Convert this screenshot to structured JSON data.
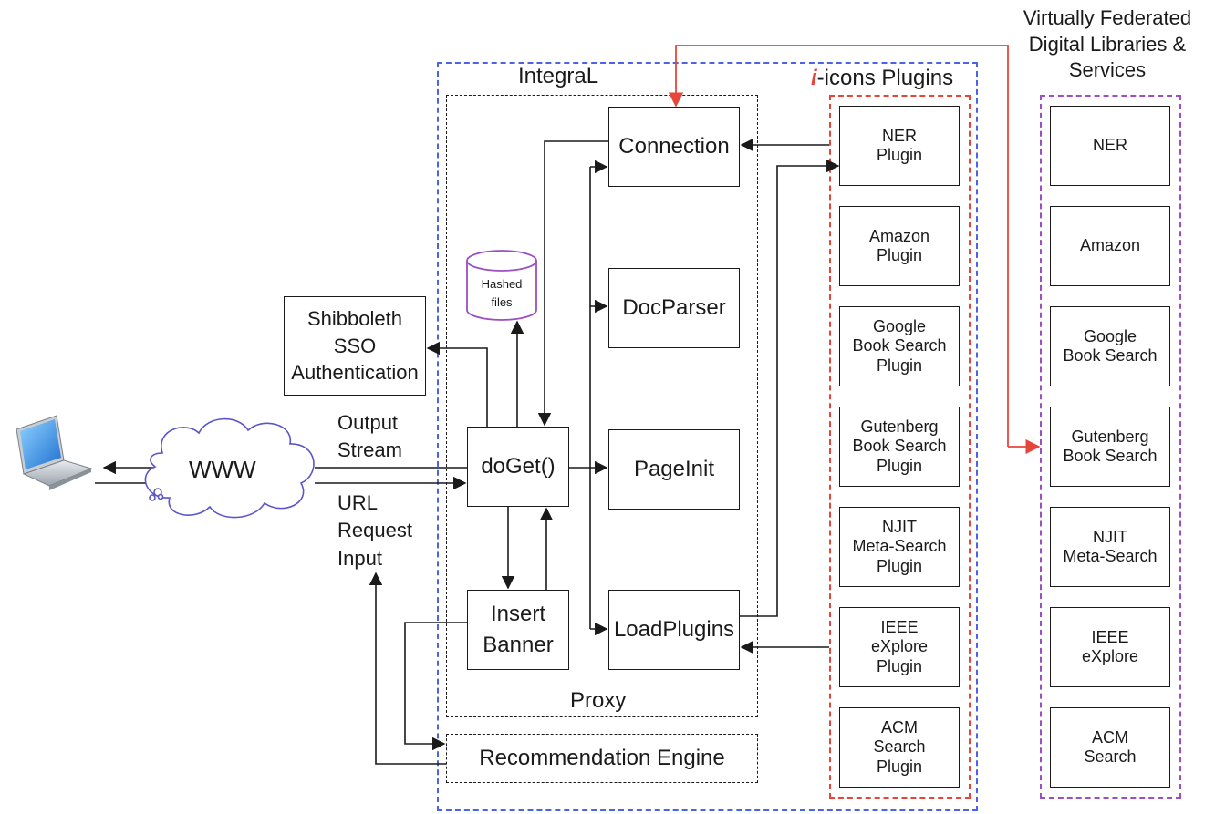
{
  "containers": {
    "integral_title": "IntegraL",
    "plugins_title_prefix": "i",
    "plugins_title_rest": "-icons Plugins",
    "proxy_label": "Proxy",
    "libraries_title": "Virtually Federated\nDigital Libraries &\nServices"
  },
  "proxy": {
    "connection": "Connection",
    "docparser": "DocParser",
    "pageinit": "PageInit",
    "loadplugins": "LoadPlugins",
    "doget": "doGet()",
    "insert_banner": "Insert\nBanner"
  },
  "external": {
    "shibboleth": "Shibboleth\nSSO\nAuthentication",
    "hashed_files": "Hashed\nfiles",
    "www": "WWW",
    "output_stream": "Output\nStream",
    "url_request": "URL\nRequest\nInput",
    "recommendation": "Recommendation Engine"
  },
  "plugins": [
    "NER\nPlugin",
    "Amazon\nPlugin",
    "Google\nBook Search\nPlugin",
    "Gutenberg\nBook Search\nPlugin",
    "NJIT\nMeta-Search\nPlugin",
    "IEEE\neXplore\nPlugin",
    "ACM\nSearch\nPlugin"
  ],
  "libraries": [
    "NER",
    "Amazon",
    "Google\nBook Search",
    "Gutenberg\nBook Search",
    "NJIT\nMeta-Search",
    "IEEE\neXplore",
    "ACM\nSearch"
  ],
  "colors": {
    "integral_border": "#4a63e8",
    "plugins_border": "#e8453a",
    "libraries_border": "#9b4fc2",
    "red_arrow": "#e8453a",
    "cylinder": "#9b4fc2",
    "ink": "#1a1a1a"
  },
  "icons": {
    "client": "laptop-icon",
    "network": "cloud-icon",
    "storage": "database-icon"
  }
}
